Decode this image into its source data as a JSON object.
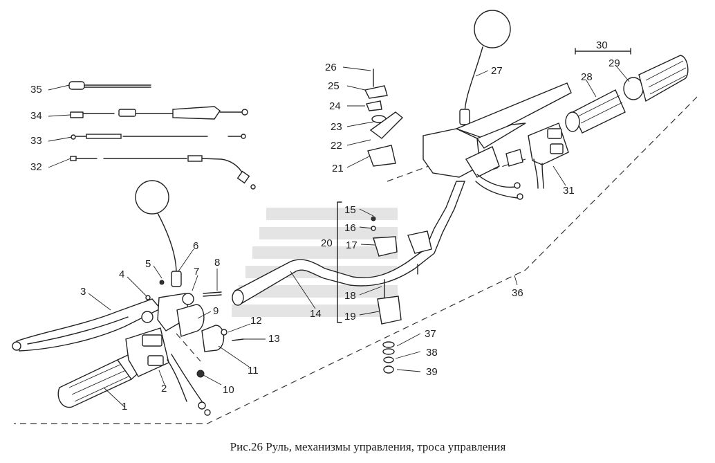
{
  "caption": "Рис.26 Руль, механизмы управления, троса управления",
  "callouts": {
    "n1": "1",
    "n2": "2",
    "n3": "3",
    "n4": "4",
    "n5": "5",
    "n6": "6",
    "n7": "7",
    "n8": "8",
    "n9": "9",
    "n10": "10",
    "n11": "11",
    "n12": "12",
    "n13": "13",
    "n14": "14",
    "n15": "15",
    "n16": "16",
    "n17": "17",
    "n18": "18",
    "n19": "19",
    "n20": "20",
    "n21": "21",
    "n22": "22",
    "n23": "23",
    "n24": "24",
    "n25": "25",
    "n26": "26",
    "n27": "27",
    "n28": "28",
    "n29": "29",
    "n30": "30",
    "n31": "31",
    "n32": "32",
    "n33": "33",
    "n34": "34",
    "n35": "35",
    "n36": "36",
    "n37": "37",
    "n38": "38",
    "n39": "39"
  }
}
